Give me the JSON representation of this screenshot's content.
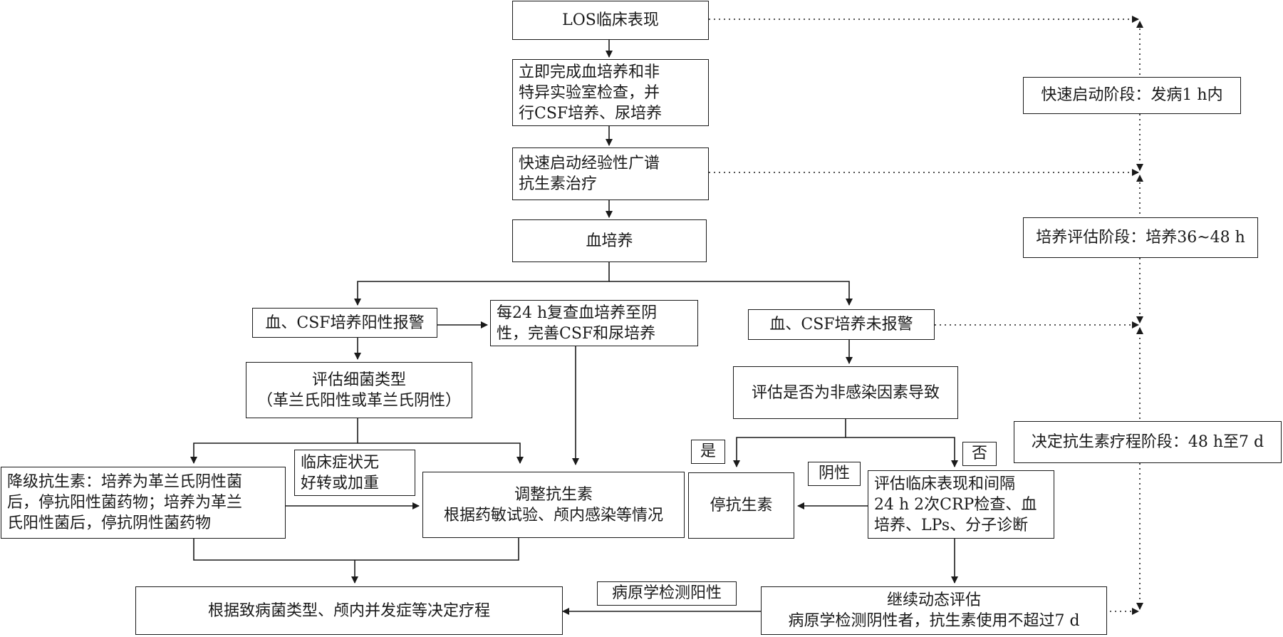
{
  "nodes": {
    "los": "LOS临床表现",
    "immediate": [
      "立即完成血培养和非",
      "特异实验室检查，并",
      "行CSF培养、尿培养"
    ],
    "empiric": [
      "快速启动经验性广谱",
      "抗生素治疗"
    ],
    "blood_culture": "血培养",
    "positive_alarm": "血、CSF培养阳性报警",
    "recheck": [
      "每24 h复查血培养至阴",
      "性，完善CSF和尿培养"
    ],
    "no_alarm": "血、CSF培养未报警",
    "assess_bacteria": [
      "评估细菌类型",
      "（革兰氏阳性或革兰氏阴性）"
    ],
    "assess_noninfect": "评估是否为非感染因素导致",
    "deescalate": [
      "降级抗生素：培养为革兰氏阴性菌",
      "后，停抗阳性菌药物；培养为革兰",
      "氏阳性菌后，停抗阴性菌药物"
    ],
    "no_improve": [
      "临床症状无",
      "好转或加重"
    ],
    "adjust": [
      "调整抗生素",
      "根据药敏试验、颅内感染等情况"
    ],
    "stop": "停抗生素",
    "evaluate": [
      "评估临床表现和间隔",
      "24 h 2次CRP检查、血",
      "培养、LPs、分子诊断"
    ],
    "course": "根据致病菌类型、颅内并发症等决定疗程",
    "continue": [
      "继续动态评估",
      "病原学检测阴性者，抗生素使用不超过7 d"
    ]
  },
  "edge_labels": {
    "yes": "是",
    "no": "否",
    "negative": "阴性",
    "pathogen_positive": "病原学检测阳性"
  },
  "stages": {
    "rapid": "快速启动阶段：发病1 h内",
    "culture": "培养评估阶段：培养36~48 h",
    "decide": "决定抗生素疗程阶段：48 h至7 d"
  }
}
